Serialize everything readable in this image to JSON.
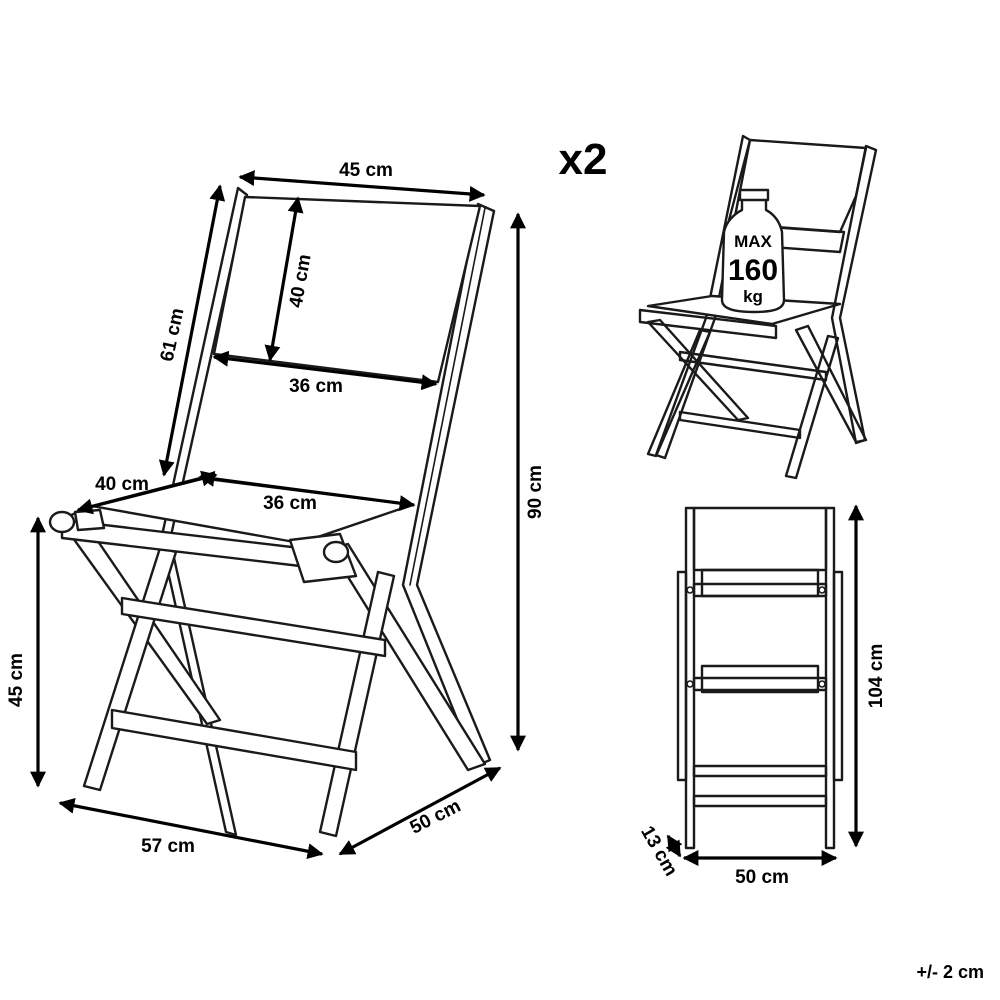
{
  "quantity_label": "x2",
  "tolerance_label": "+/- 2 cm",
  "weight": {
    "max": "MAX",
    "value": "160",
    "unit": "kg"
  },
  "dimensions": {
    "backrest_top_width": "45 cm",
    "backrest_panel_height": "40 cm",
    "backrest_panel_width": "36 cm",
    "backrest_length": "61 cm",
    "seat_depth": "40 cm",
    "seat_width": "36 cm",
    "total_height": "90 cm",
    "seat_height": "45 cm",
    "overall_depth": "57 cm",
    "overall_width": "50 cm",
    "folded_height": "104 cm",
    "folded_width": "50 cm",
    "folded_depth": "13 cm"
  },
  "colors": {
    "line": "#1a1a1a",
    "background": "#ffffff"
  }
}
